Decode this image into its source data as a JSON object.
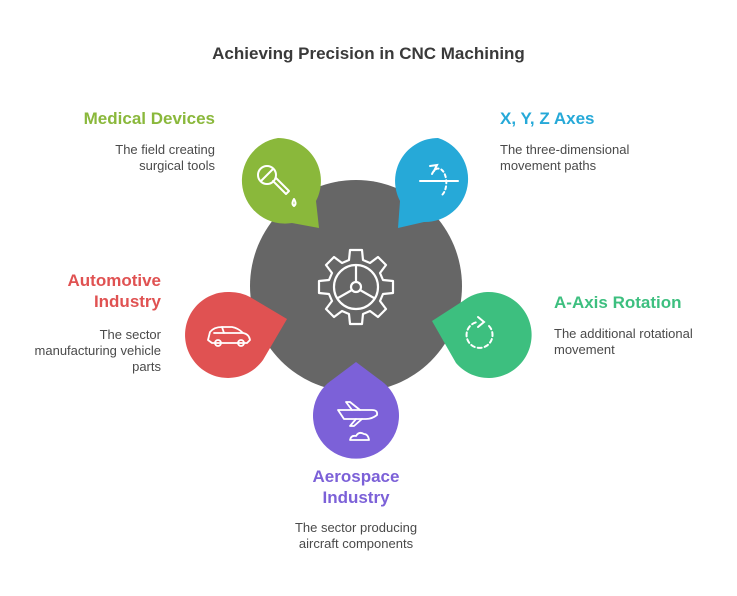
{
  "title": "Achieving Precision in CNC Machining",
  "colors": {
    "hub": "#666666",
    "medical": "#8ab83b",
    "axes": "#26a9d8",
    "rotation": "#3dbf7f",
    "aerospace": "#7c61d8",
    "automotive": "#e05252"
  },
  "hub_icon": "gear-icon",
  "items": {
    "medical": {
      "label": "Medical Devices",
      "desc_line1": "The field creating",
      "desc_line2": "surgical tools",
      "icon": "dropper-icon"
    },
    "axes": {
      "label": "X, Y, Z Axes",
      "desc_line1": "The three-dimensional",
      "desc_line2": "movement paths",
      "icon": "axis-rotate-icon"
    },
    "rotation": {
      "label": "A-Axis Rotation",
      "desc_line1": "The additional rotational",
      "desc_line2": "movement",
      "icon": "rotate-icon"
    },
    "aerospace": {
      "label_line1": "Aerospace",
      "label_line2": "Industry",
      "desc_line1": "The sector producing",
      "desc_line2": "aircraft components",
      "icon": "airplane-icon"
    },
    "automotive": {
      "label_line1": "Automotive",
      "label_line2": "Industry",
      "desc_line1": "The sector",
      "desc_line2": "manufacturing vehicle",
      "desc_line3": "parts",
      "icon": "car-icon"
    }
  }
}
